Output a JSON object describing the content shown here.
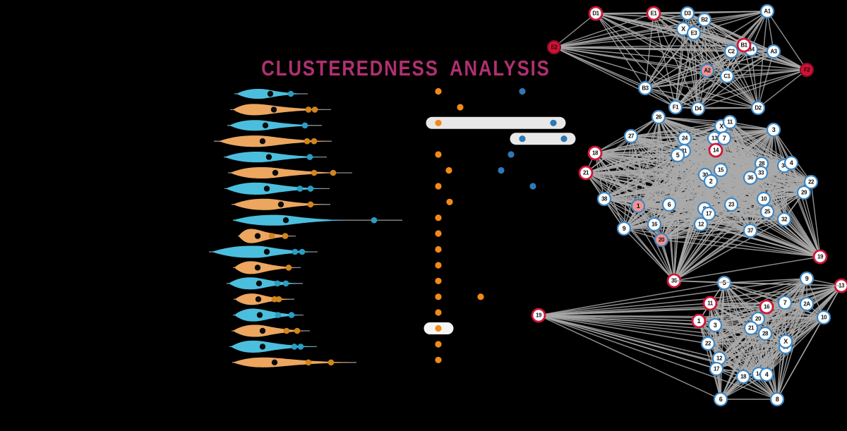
{
  "title": {
    "text": "CLUSTEREDNESS ANALYSIS",
    "color": "#B03070"
  },
  "colors": {
    "background": "#000000",
    "violin_blue": "#4CBEDD",
    "violin_orange": "#ECA65F",
    "violin_outlier_blue": "#2B9DC2",
    "violin_outlier_orange": "#D2851C",
    "violin_mean": "#0A0A0A",
    "whisker": "#8C8C8C",
    "dot_orange": "#F28A17",
    "dot_blue": "#3077B4",
    "capsule_fill": "#E8E8E8",
    "edge": "#ABABAB",
    "node_blue_ring": "#3D87C4",
    "node_red_ring": "#CD1638",
    "node_crimson_fill": "#CF1336",
    "node_salmon_fill": "#F29390"
  },
  "node_styles": {
    "b": {
      "fill": "#FFFFFF",
      "stroke": "#3D87C4",
      "sw": 2.2,
      "text": "#111111"
    },
    "r": {
      "fill": "#FFFFFF",
      "stroke": "#CD1638",
      "sw": 2.8,
      "text": "#111111"
    },
    "c": {
      "fill": "#CF1336",
      "stroke": "#8F0C24",
      "sw": 2.0,
      "text": "#2A0008"
    },
    "s": {
      "fill": "#F29390",
      "stroke": "#3D87C4",
      "sw": 2.2,
      "text": "#111111"
    }
  },
  "chart_data": [
    {
      "type": "violin",
      "name": "violin-strip",
      "row_format": [
        "y",
        "color",
        "whisker_x0",
        "whisker_x1",
        "violin_x0",
        "violin_x1",
        "peak_x",
        "half_height",
        "mean_x",
        "outlier_xs"
      ],
      "rows": [
        [
          133.0,
          "blue",
          332,
          436,
          335,
          430,
          370,
          7,
          383,
          [
            412
          ]
        ],
        [
          155.4,
          "orange",
          326,
          469,
          330,
          460,
          363,
          8,
          388,
          [
            437,
            446
          ]
        ],
        [
          177.8,
          "blue",
          322,
          456,
          325,
          448,
          365,
          7.5,
          376,
          [
            432
          ]
        ],
        [
          200.2,
          "orange",
          303,
          470,
          310,
          465,
          368,
          8,
          372,
          [
            435,
            445
          ]
        ],
        [
          222.6,
          "blue",
          317,
          463,
          318,
          455,
          370,
          7.5,
          381,
          [
            439
          ]
        ],
        [
          245.0,
          "orange",
          323,
          499,
          326,
          480,
          375,
          8,
          390,
          [
            445,
            472
          ]
        ],
        [
          267.4,
          "blue",
          318,
          467,
          320,
          460,
          368,
          8.5,
          378,
          [
            425,
            440
          ]
        ],
        [
          289.8,
          "orange",
          328,
          468,
          330,
          462,
          380,
          8,
          398,
          [
            440
          ]
        ],
        [
          312.2,
          "blue",
          330,
          570,
          330,
          490,
          395,
          7.5,
          405,
          [
            530
          ]
        ],
        [
          334.6,
          "orange",
          337,
          419,
          338,
          415,
          358,
          10,
          365,
          [
            385,
            404
          ]
        ],
        [
          357.0,
          "blue",
          296,
          450,
          300,
          445,
          365,
          8.5,
          378,
          [
            418,
            428
          ]
        ],
        [
          379.4,
          "orange",
          330,
          426,
          332,
          420,
          358,
          9,
          365,
          [
            409
          ]
        ],
        [
          401.8,
          "blue",
          321,
          429,
          324,
          425,
          358,
          8.5,
          367,
          [
            393,
            405
          ]
        ],
        [
          424.2,
          "orange",
          331,
          417,
          333,
          412,
          360,
          8,
          366,
          [
            389,
            395
          ]
        ],
        [
          446.6,
          "blue",
          330,
          430,
          332,
          428,
          362,
          9,
          368,
          [
            394,
            413
          ]
        ],
        [
          469.0,
          "orange",
          328,
          439,
          330,
          435,
          365,
          8.5,
          372,
          [
            406,
            421
          ]
        ],
        [
          491.4,
          "blue",
          325,
          449,
          327,
          446,
          362,
          8.5,
          372,
          [
            417,
            426
          ]
        ],
        [
          513.8,
          "orange",
          329,
          505,
          330,
          498,
          378,
          7,
          389,
          [
            437,
            469
          ]
        ]
      ]
    },
    {
      "type": "scatter",
      "name": "dot-plot",
      "row_format": [
        "y",
        "orange_xs",
        "blue_xs",
        "capsule_x0_x1_or_null",
        "optional_capsule_fill"
      ],
      "capsule_height": 17,
      "rows": [
        [
          129.5,
          [
            621
          ],
          [
            740
          ],
          null
        ],
        [
          152.0,
          [
            652
          ],
          [],
          null
        ],
        [
          174.3,
          [
            621
          ],
          [
            784
          ],
          [
            612,
            793
          ]
        ],
        [
          196.7,
          [],
          [
            740,
            799
          ],
          [
            731,
            807
          ]
        ],
        [
          219.0,
          [
            621
          ],
          [
            724
          ],
          null
        ],
        [
          241.5,
          [
            636
          ],
          [
            710
          ],
          null
        ],
        [
          264.0,
          [
            621
          ],
          [
            755
          ],
          null
        ],
        [
          286.3,
          [
            637
          ],
          [],
          null
        ],
        [
          308.7,
          [
            621
          ],
          [],
          null
        ],
        [
          331.0,
          [
            621
          ],
          [],
          null
        ],
        [
          353.5,
          [
            621
          ],
          [],
          null
        ],
        [
          376.0,
          [
            621
          ],
          [],
          null
        ],
        [
          398.3,
          [
            621
          ],
          [],
          null
        ],
        [
          420.7,
          [
            621,
            681
          ],
          [],
          null
        ],
        [
          443.0,
          [
            621
          ],
          [],
          null
        ],
        [
          465.5,
          [
            621
          ],
          [],
          [
            609,
            634
          ],
          "#F5F5F5"
        ],
        [
          488.0,
          [
            621
          ],
          [],
          null
        ],
        [
          510.3,
          [
            621
          ],
          [],
          null
        ]
      ]
    },
    {
      "type": "network",
      "name": "top",
      "edges": "complete",
      "node_format": [
        "label",
        "x",
        "y",
        "style(b=blue-ring,r=red-ring,c=crimson-fill,s=salmon-fill)"
      ],
      "nodes": [
        [
          "D1",
          844,
          19,
          "r"
        ],
        [
          "E1",
          926,
          19,
          "r"
        ],
        [
          "D3",
          974,
          19,
          "b"
        ],
        [
          "B2",
          998,
          28,
          "b"
        ],
        [
          "A1",
          1087,
          16,
          "b"
        ],
        [
          "X",
          968,
          41,
          "b"
        ],
        [
          "E3",
          983,
          47,
          "b"
        ],
        [
          "E2",
          785,
          67,
          "c"
        ],
        [
          "C2",
          1036,
          73,
          "b"
        ],
        [
          "B4",
          1064,
          70,
          "b"
        ],
        [
          "B1",
          1054,
          64,
          "r"
        ],
        [
          "A3",
          1096,
          73,
          "b"
        ],
        [
          "A2",
          1002,
          100,
          "s"
        ],
        [
          "C1",
          1030,
          108,
          "b"
        ],
        [
          "F2",
          1143,
          99,
          "c"
        ],
        [
          "B3",
          914,
          125,
          "b"
        ],
        [
          "F1",
          957,
          152,
          "b"
        ],
        [
          "D4",
          989,
          154,
          "b"
        ],
        [
          "D2",
          1074,
          153,
          "b"
        ]
      ]
    },
    {
      "type": "network",
      "name": "middle",
      "edges": "complete",
      "nodes": [
        [
          "26",
          933,
          166,
          "b"
        ],
        [
          "27",
          894,
          193,
          "b"
        ],
        [
          "X",
          1022,
          179,
          "b"
        ],
        [
          "11",
          1034,
          173,
          "b"
        ],
        [
          "3",
          1096,
          184,
          "b"
        ],
        [
          "24",
          970,
          196,
          "b"
        ],
        [
          "13",
          1012,
          196,
          "b"
        ],
        [
          "7",
          1026,
          196,
          "b"
        ],
        [
          "14",
          1014,
          213,
          "r"
        ],
        [
          "18",
          843,
          217,
          "r"
        ],
        [
          "31",
          969,
          214,
          "b"
        ],
        [
          "5",
          960,
          220,
          "b"
        ],
        [
          "21",
          830,
          245,
          "r"
        ],
        [
          "28",
          1079,
          232,
          "b"
        ],
        [
          "34",
          1111,
          235,
          "b"
        ],
        [
          "4",
          1121,
          231,
          "b"
        ],
        [
          "33",
          1078,
          245,
          "b"
        ],
        [
          "36",
          1063,
          252,
          "b"
        ],
        [
          "15",
          1021,
          241,
          "b"
        ],
        [
          "30",
          999,
          248,
          "b"
        ],
        [
          "2",
          1007,
          257,
          "b"
        ],
        [
          "22",
          1149,
          258,
          "b"
        ],
        [
          "29",
          1139,
          273,
          "b"
        ],
        [
          "38",
          856,
          282,
          "b"
        ],
        [
          "10",
          1082,
          282,
          "b"
        ],
        [
          "23",
          1036,
          290,
          "b"
        ],
        [
          "6",
          948,
          290,
          "b"
        ],
        [
          "1",
          904,
          292,
          "s"
        ],
        [
          "8",
          998,
          296,
          "b"
        ],
        [
          "17",
          1004,
          303,
          "b"
        ],
        [
          "25",
          1087,
          300,
          "b"
        ],
        [
          "16",
          927,
          318,
          "b"
        ],
        [
          "12",
          993,
          318,
          "b"
        ],
        [
          "32",
          1111,
          311,
          "b"
        ],
        [
          "9",
          884,
          324,
          "b"
        ],
        [
          "37",
          1063,
          327,
          "b"
        ],
        [
          "20",
          937,
          340,
          "s"
        ],
        [
          "19",
          1162,
          364,
          "r"
        ],
        [
          "35",
          955,
          398,
          "r"
        ]
      ]
    },
    {
      "type": "network",
      "name": "bottom",
      "edges": "complete",
      "nodes": [
        [
          "19",
          763,
          447,
          "r"
        ],
        [
          "5",
          1026,
          401,
          "b"
        ],
        [
          "9",
          1143,
          395,
          "b"
        ],
        [
          "13",
          1192,
          405,
          "r"
        ],
        [
          "11",
          1006,
          430,
          "r"
        ],
        [
          "16",
          1086,
          435,
          "r"
        ],
        [
          "7",
          1112,
          429,
          "b"
        ],
        [
          "2A",
          1143,
          431,
          "b"
        ],
        [
          "10",
          1167,
          450,
          "b"
        ],
        [
          "1",
          990,
          455,
          "r"
        ],
        [
          "3",
          1013,
          461,
          "b"
        ],
        [
          "20",
          1074,
          452,
          "b"
        ],
        [
          "21",
          1064,
          465,
          "b"
        ],
        [
          "28",
          1084,
          473,
          "b"
        ],
        [
          "22",
          1003,
          487,
          "b"
        ],
        [
          "15",
          1113,
          492,
          "b"
        ],
        [
          "X",
          1113,
          484,
          "b"
        ],
        [
          "12",
          1019,
          508,
          "b"
        ],
        [
          "17",
          1015,
          523,
          "b"
        ],
        [
          "18",
          1053,
          534,
          "b"
        ],
        [
          "14",
          1075,
          530,
          "b"
        ],
        [
          "4",
          1086,
          531,
          "b"
        ],
        [
          "6",
          1021,
          566,
          "b"
        ],
        [
          "8",
          1101,
          566,
          "b"
        ]
      ]
    }
  ],
  "cross_edges": [
    [
      "middle",
      "35",
      "bottom",
      "5"
    ],
    [
      "middle",
      "35",
      "bottom",
      "13"
    ]
  ]
}
